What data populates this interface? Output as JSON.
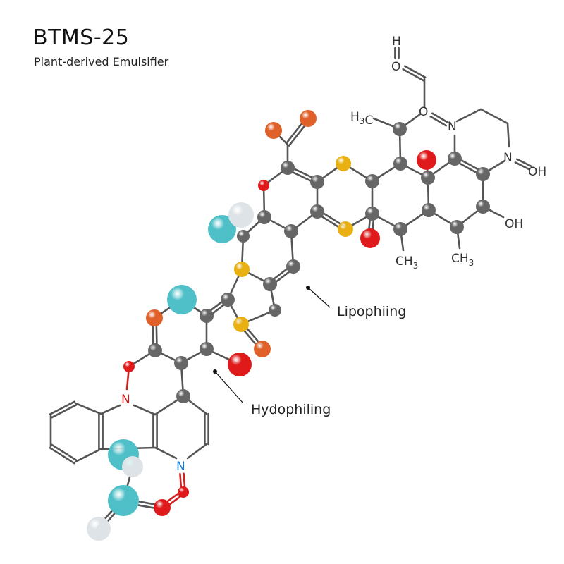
{
  "header": {
    "title": "BTMS-25",
    "subtitle": "Plant-derived Emulsifier"
  },
  "callouts": {
    "lipophilic": "Lipophiing",
    "hydrophilic": "Hydophiling"
  },
  "atom_labels": {
    "h_top": "H",
    "o_top": "O",
    "h3c": "H3C",
    "o_mid": "O",
    "n_ring": "N",
    "n_oh": "N",
    "oh_right": "OH",
    "oh_lower": "OH",
    "ch3_a": "CH3",
    "ch3_b": "CH3",
    "n_red": "N",
    "n_blue": "N"
  },
  "colors": {
    "carbon": "#666666",
    "oxygen": "#e01a1a",
    "sulfur": "#e8b010",
    "orange": "#e0602a",
    "teal": "#4fc0c8",
    "hydrogen": "#dde3e6",
    "bond": "#555555"
  }
}
